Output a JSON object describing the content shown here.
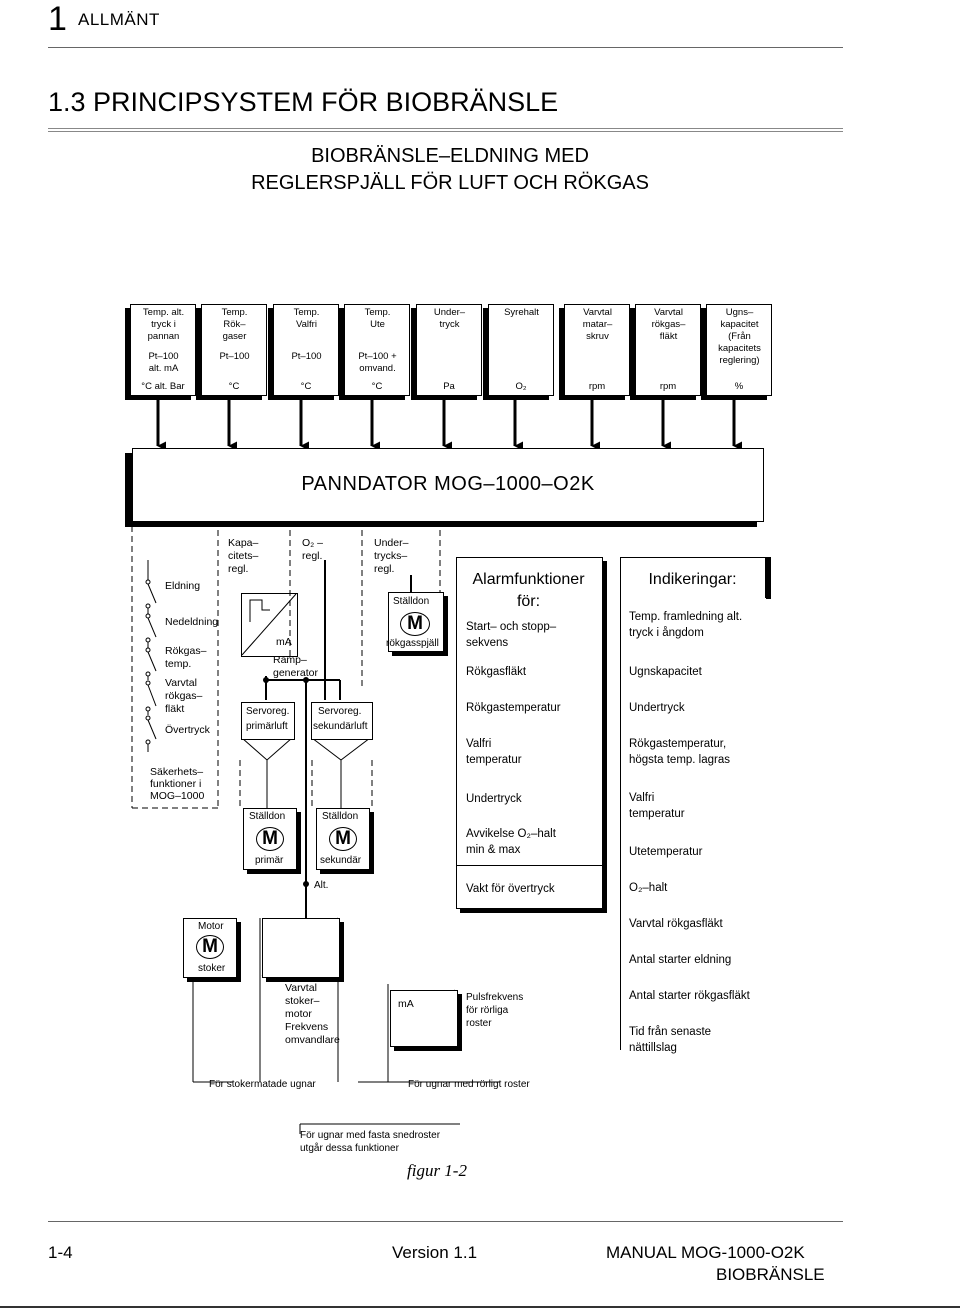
{
  "header": {
    "chapter_num": "1",
    "chapter": "ALLMÄNT"
  },
  "section_title": "1.3   PRINCIPSYSTEM FÖR  BIOBRÄNSLE",
  "subtitle": {
    "line1": "BIOBRÄNSLE–ELDNING MED",
    "line2": "REGLERSPJÄLL FÖR LUFT OCH RÖKGAS"
  },
  "sensors": [
    {
      "title": [
        "Temp. alt.",
        "tryck i",
        "pannan"
      ],
      "sub": [
        "Pt–100",
        "alt. mA"
      ],
      "unit": "°C alt. Bar"
    },
    {
      "title": [
        "Temp.",
        "Rök–",
        "gaser"
      ],
      "sub": [
        "Pt–100"
      ],
      "unit": "°C"
    },
    {
      "title": [
        "Temp.",
        "Valfri"
      ],
      "sub": [
        "Pt–100"
      ],
      "unit": "°C"
    },
    {
      "title": [
        "Temp.",
        "Ute"
      ],
      "sub": [
        "Pt–100 +",
        "omvand."
      ],
      "unit": "°C"
    },
    {
      "title": [
        "Under–",
        "tryck"
      ],
      "sub": [],
      "unit": "Pa"
    },
    {
      "title": [
        "Syrehalt"
      ],
      "sub": [],
      "unit": "O₂"
    },
    {
      "title": [
        "Varvtal",
        "matar–",
        "skruv"
      ],
      "sub": [],
      "unit": "rpm"
    },
    {
      "title": [
        "Varvtal",
        "rökgas–",
        "fläkt"
      ],
      "sub": [],
      "unit": "rpm"
    },
    {
      "title": [
        "Ugns–",
        "kapacitet",
        "(Från",
        "kapacitets",
        "reglering)"
      ],
      "sub": [],
      "unit": "%"
    }
  ],
  "main_unit": "PANNDATOR MOG–1000–O2K",
  "safety": {
    "items": [
      "Eldning",
      "Nedeldning",
      "Rökgas–",
      "temp.",
      "Varvtal",
      "rökgas–",
      "fläkt",
      "Övertryck"
    ],
    "caption": [
      "Säkerhets–",
      "funktioner i",
      "MOG–1000"
    ]
  },
  "regulators": {
    "kapacitet": [
      "Kapa–",
      "citets–",
      "regl."
    ],
    "o2": [
      "O₂ –",
      "regl."
    ],
    "undertryck": [
      "Under–",
      "trycks–",
      "regl."
    ],
    "ma": "mA",
    "ramp": [
      "Ramp–",
      "generator"
    ],
    "servo_primar": [
      "Servoreg.",
      "primärluft"
    ],
    "servo_sekundar": [
      "Servoreg.",
      "sekundärluft"
    ],
    "alt": "Alt."
  },
  "actuators": {
    "stalldon": "Ställdon",
    "m": "M",
    "rokgasspjall": "rökgasspjäll",
    "primar": "primär",
    "sekundar": "sekundär",
    "motor": "Motor",
    "stoker": "stoker"
  },
  "alarm": {
    "title": [
      "Alarmfunktioner",
      "för:"
    ],
    "items": [
      [
        "Start– och stopp–",
        "sekvens"
      ],
      [
        "Rökgasfläkt"
      ],
      [
        "Rökgastemperatur"
      ],
      [
        "Valfri",
        "temperatur"
      ],
      [
        "Undertryck"
      ],
      [
        "Avvikelse O₂–halt",
        "min & max"
      ],
      [
        "Vakt för övertryck"
      ]
    ]
  },
  "indications": {
    "title": "Indikeringar:",
    "items": [
      [
        "Temp. framledning alt.",
        "tryck i ångdom"
      ],
      [
        "Ugnskapacitet"
      ],
      [
        "Undertryck"
      ],
      [
        "Rökgastemperatur,",
        "högsta temp. lagras"
      ],
      [
        "Valfri",
        "temperatur"
      ],
      [
        "Utetemperatur"
      ],
      [
        "O₂–halt"
      ],
      [
        "Varvtal rökgasfläkt"
      ],
      [
        "Antal starter eldning"
      ],
      [
        "Antal starter rökgasfläkt"
      ],
      [
        "Tid från senaste",
        "nättillslag"
      ]
    ]
  },
  "stoker": {
    "freq_label": [
      "Varvtal",
      "stoker–",
      "motor",
      "Frekvens",
      "omvandlare"
    ],
    "ma": "mA",
    "pulse_label": [
      "Pulsfrekvens",
      "för rörliga",
      "roster"
    ],
    "caption_left": "För stokermatade ugnar",
    "caption_right": "För ugnar med rörligt roster"
  },
  "note": [
    "För ugnar med fasta snedroster",
    "utgår dessa funktioner"
  ],
  "figure_caption": "figur  1-2",
  "footer": {
    "page": "1-4",
    "version": "Version  1.1",
    "manual": "MANUAL  MOG-1000-O2K",
    "product": "BIOBRÄNSLE"
  }
}
